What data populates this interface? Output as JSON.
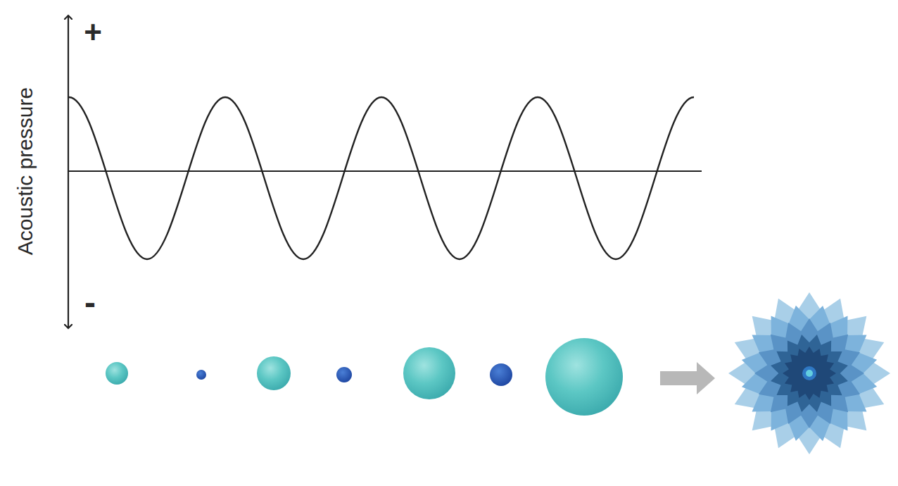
{
  "diagram": {
    "labels": [
      "Acoustic pressure",
      "+",
      "-"
    ]
  }
}
